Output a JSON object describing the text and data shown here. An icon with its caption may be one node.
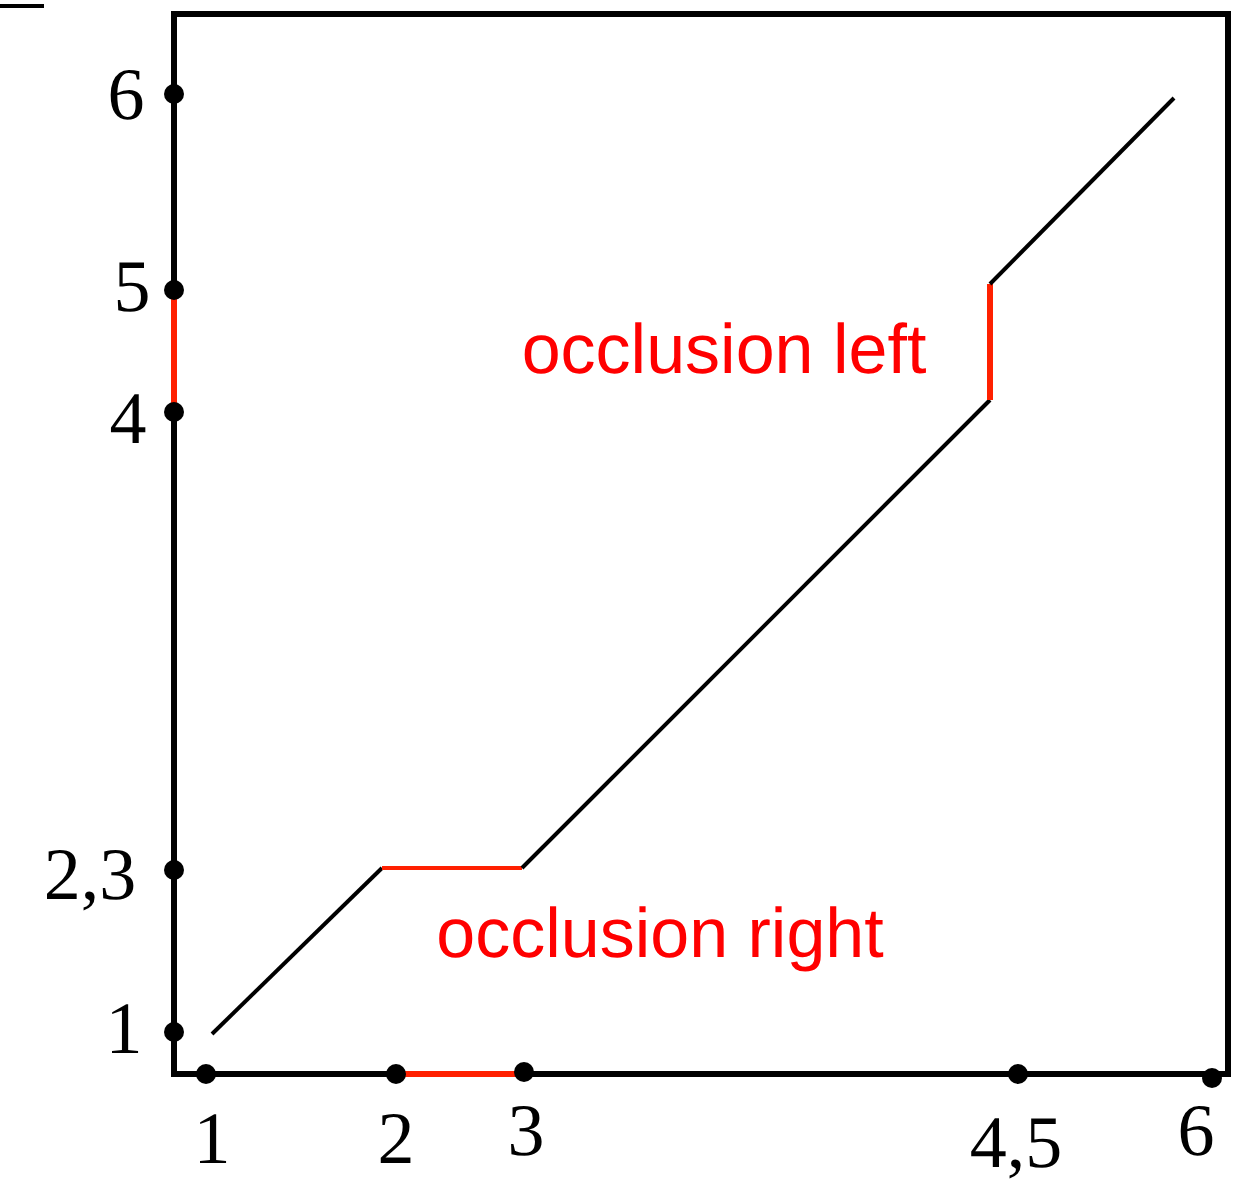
{
  "diagram": {
    "labels": [
      "6",
      "5",
      "occlusion left",
      "4",
      "2,3",
      "occlusion right",
      "1",
      "1",
      "2",
      "3",
      "4,5",
      "6"
    ]
  }
}
